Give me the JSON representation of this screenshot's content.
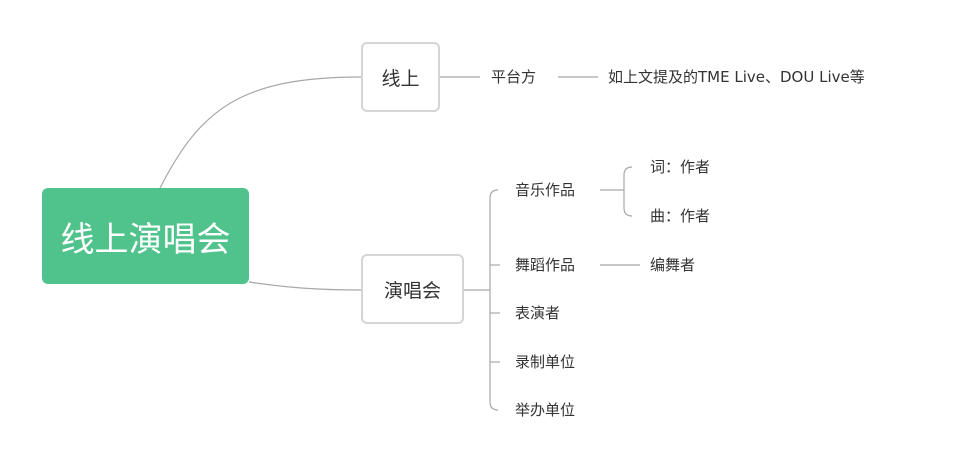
{
  "root": {
    "label": "线上演唱会"
  },
  "branches": {
    "online": {
      "label": "线上",
      "child": "平台方",
      "detail": "如上文提及的TME Live、DOU Live等"
    },
    "concert": {
      "label": "演唱会",
      "items": [
        {
          "label": "音乐作品",
          "children": [
            "词：作者",
            "曲：作者"
          ]
        },
        {
          "label": "舞蹈作品",
          "children": [
            "编舞者"
          ]
        },
        {
          "label": "表演者"
        },
        {
          "label": "录制单位"
        },
        {
          "label": "举办单位"
        }
      ]
    }
  },
  "colors": {
    "root_fill": "#4fc38b",
    "line": "#a8a8a8",
    "box_border": "#d5d5d5"
  }
}
